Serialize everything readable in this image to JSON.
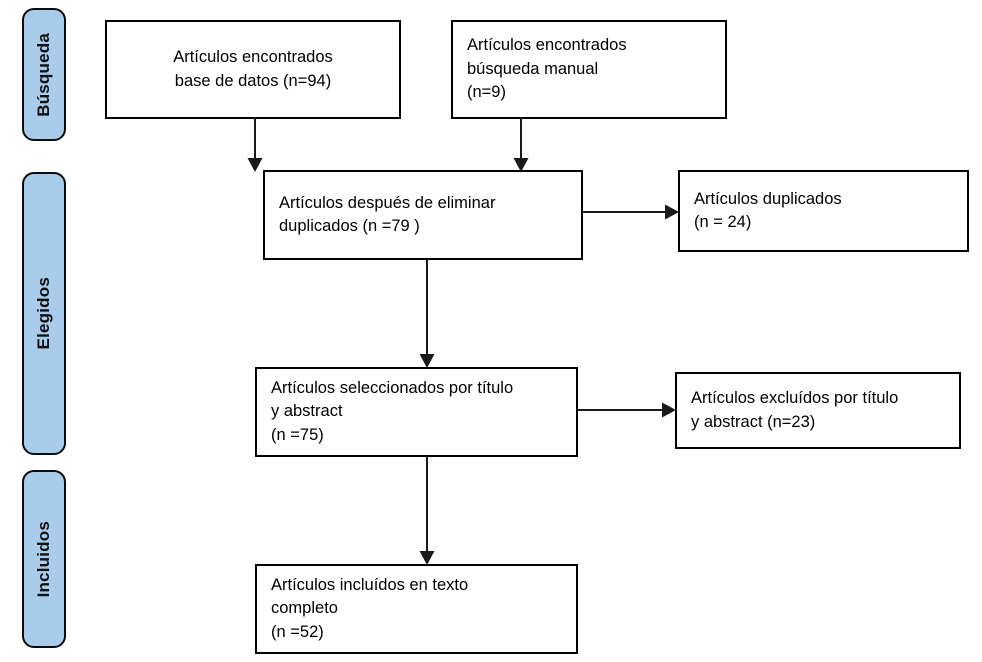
{
  "diagram": {
    "title": "PRISMA flow diagram",
    "type": "prisma-flowchart",
    "language": "es",
    "colors": {
      "pill_fill": "#a8cce9",
      "pill_border": "#0d0d0d",
      "box_border": "#000000",
      "box_fill": "#ffffff",
      "connector": "#1a1a1a",
      "text": "#000000"
    }
  },
  "stages": [
    {
      "id": "busqueda",
      "label": "Búsqueda"
    },
    {
      "id": "elegidos",
      "label": "Elegidos"
    },
    {
      "id": "incluidos",
      "label": "Incluidos"
    }
  ],
  "boxes": {
    "db_records": {
      "text": "Artículos encontrados\nbase de datos (n=94)",
      "count": 94
    },
    "manual_records": {
      "text": "Artículos encontrados\nbúsqueda manual\n(n=9)",
      "count": 9
    },
    "after_duplicates": {
      "text": "Artículos después de eliminar\nduplicados  (n =79 )",
      "count": 79
    },
    "duplicates_removed": {
      "text": "Artículos duplicados\n(n = 24)",
      "count": 24
    },
    "screened": {
      "text": "Artículos seleccionados por título\ny abstract\n(n =75)",
      "count": 75
    },
    "excluded": {
      "text": "Artículos excluídos por título\ny abstract (n=23)",
      "count": 23
    },
    "fulltext_included": {
      "text": "Artículos incluídos en texto\ncompleto\n(n =52)",
      "count": 52
    }
  },
  "connectors": [
    {
      "id": "db-to-dedup",
      "from": "db_records",
      "to": "after_duplicates",
      "direction": "down"
    },
    {
      "id": "manual-to-dedup",
      "from": "manual_records",
      "to": "after_duplicates",
      "direction": "down"
    },
    {
      "id": "dedup-to-duplicates",
      "from": "after_duplicates",
      "to": "duplicates_removed",
      "direction": "right"
    },
    {
      "id": "dedup-to-screened",
      "from": "after_duplicates",
      "to": "screened",
      "direction": "down"
    },
    {
      "id": "screened-to-excluded",
      "from": "screened",
      "to": "excluded",
      "direction": "right"
    },
    {
      "id": "screened-to-included",
      "from": "screened",
      "to": "fulltext_included",
      "direction": "down"
    }
  ]
}
